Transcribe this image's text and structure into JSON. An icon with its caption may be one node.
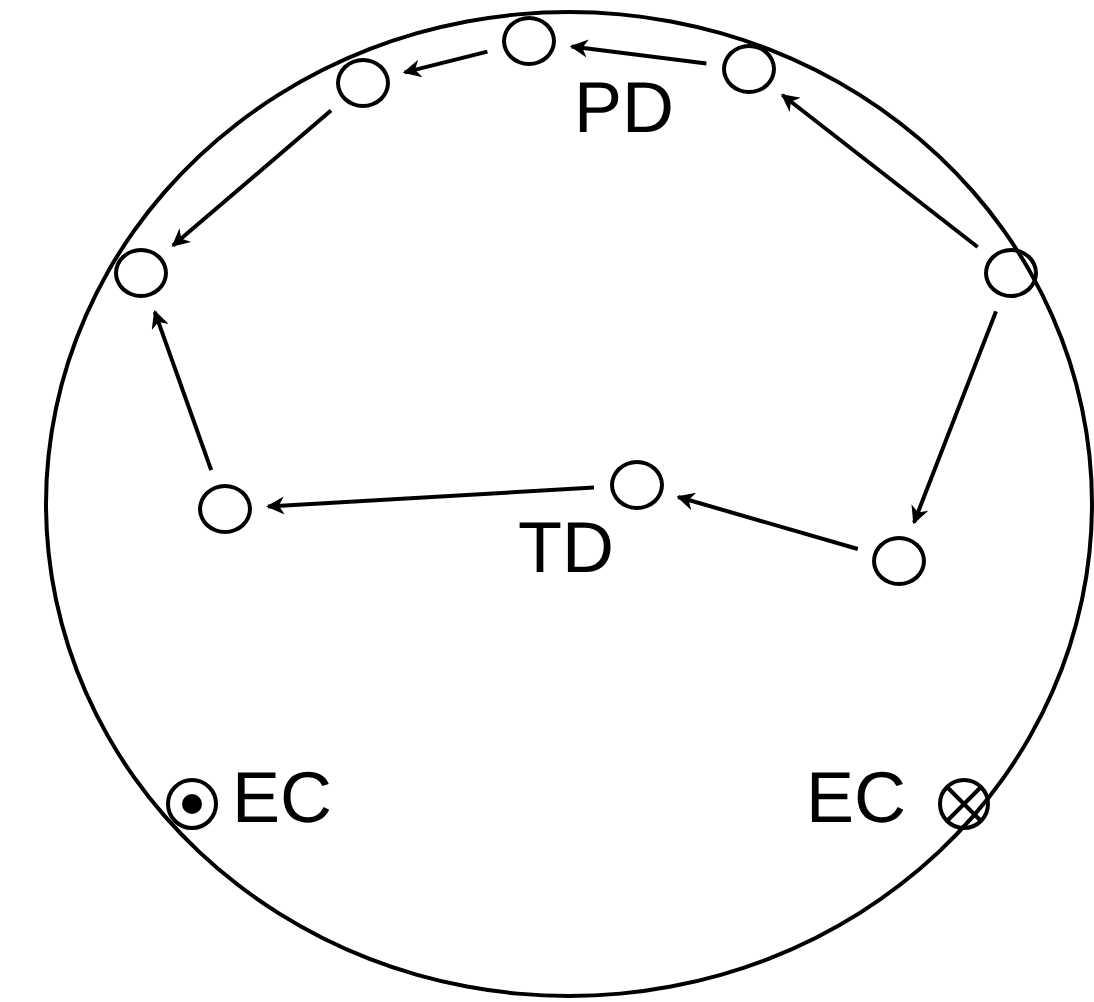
{
  "diagram": {
    "nodes": [
      {
        "text": [],
        "shape": "circle"
      },
      {
        "text": [],
        "shape": "circle",
        "in": 0
      },
      {
        "text": [],
        "shape": "circle",
        "in": 0
      },
      {
        "text": [],
        "shape": "circle",
        "in": 0
      },
      {
        "text": [],
        "shape": "circle",
        "in": 0
      },
      {
        "text": [],
        "shape": "circle",
        "in": 0
      },
      {
        "text": [],
        "shape": "circle",
        "in": 0
      },
      {
        "text": [],
        "shape": "circle",
        "in": 0
      },
      {
        "text": [],
        "shape": "circle",
        "in": 0
      }
    ],
    "edges": [
      {
        "from": 2,
        "to": 1,
        "arrow": "to"
      },
      {
        "from": 1,
        "to": 3,
        "arrow": "to"
      },
      {
        "from": 3,
        "to": 4,
        "arrow": "to"
      },
      {
        "from": 5,
        "to": 2,
        "arrow": "to"
      },
      {
        "from": 5,
        "to": 8,
        "arrow": "to"
      },
      {
        "from": 8,
        "to": 6,
        "arrow": "to"
      },
      {
        "from": 6,
        "to": 7,
        "arrow": "to"
      },
      {
        "from": 7,
        "to": 4,
        "arrow": "to"
      }
    ],
    "labels": [
      "PD",
      "TD",
      "EC",
      "EC"
    ]
  }
}
